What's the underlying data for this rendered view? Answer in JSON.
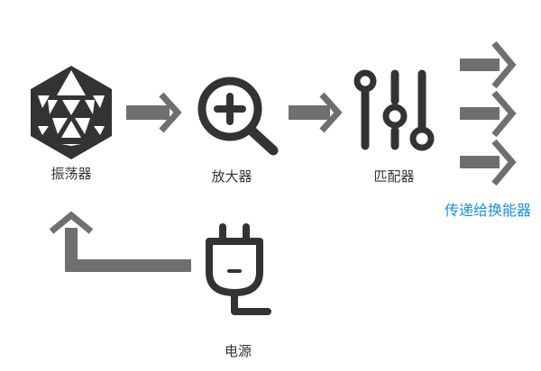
{
  "diagram": {
    "nodes": {
      "oscillator": {
        "label": "振荡器",
        "icon": "geodesic-hexagon-icon"
      },
      "amplifier": {
        "label": "放大器",
        "icon": "zoom-in-icon"
      },
      "matcher": {
        "label": "匹配器",
        "icon": "sliders-icon"
      },
      "transducer": {
        "label": "传递给换能器"
      },
      "power": {
        "label": "电源",
        "icon": "power-plug-icon"
      }
    },
    "colors": {
      "icon": "#333333",
      "arrow": "#6f6f6f",
      "label": "#333333",
      "accent": "#1a8fe0"
    }
  }
}
